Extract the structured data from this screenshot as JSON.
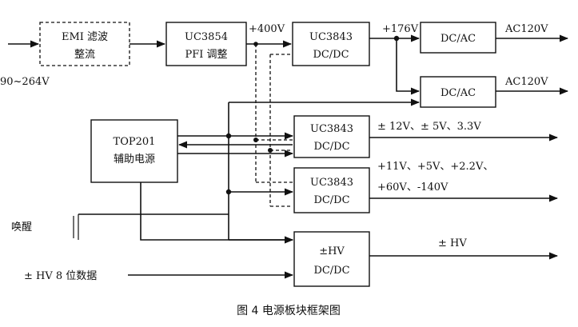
{
  "blocks": {
    "emi": [
      "EMI 滤波",
      "整流"
    ],
    "pfc": [
      "UC3854",
      "PFI 调整"
    ],
    "dcdc1": [
      "UC3843",
      "DC/DC"
    ],
    "dcac1": [
      "DC/AC"
    ],
    "dcac2": [
      "DC/AC"
    ],
    "dcdc2": [
      "UC3843",
      "DC/DC"
    ],
    "dcdc3": [
      "UC3843",
      "DC/DC"
    ],
    "aux": [
      "TOP201",
      "辅助电源"
    ],
    "hv": [
      "±HV",
      "DC/DC"
    ]
  },
  "signals": {
    "input": "90~264V",
    "bus400": "+400V",
    "bus176": "+176V",
    "ac1": "AC120V",
    "ac2": "AC120V",
    "out_low": "± 12V、± 5V、3.3V",
    "out_mid1": "+11V、+5V、+2.2V、",
    "out_mid2": "+60V、-140V",
    "out_hv": "± HV",
    "wake": "唤醒",
    "hv_data": "± HV 8 位数据"
  },
  "caption": "图 4    电源板块框架图"
}
